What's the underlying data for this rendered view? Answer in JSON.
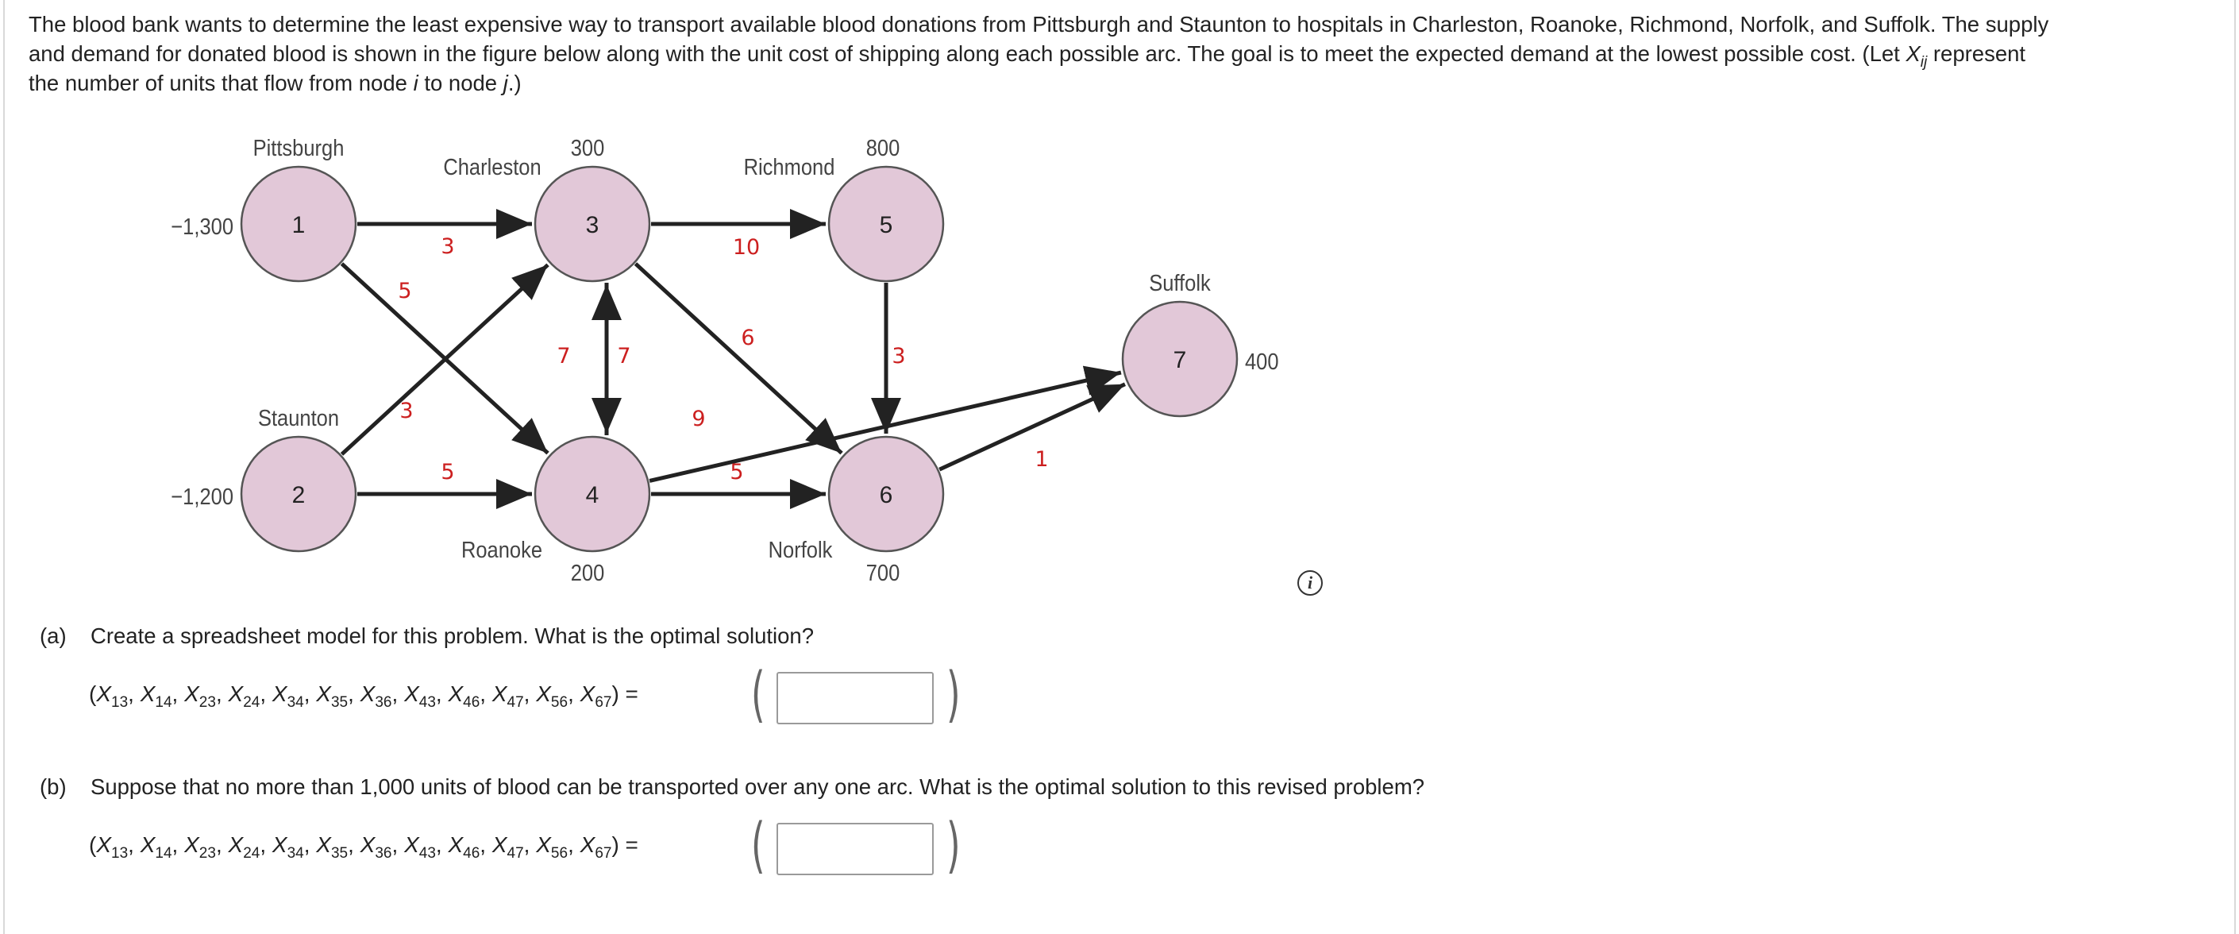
{
  "intro": {
    "line1": "The blood bank wants to determine the least expensive way to transport available blood donations from Pittsburgh and Staunton to hospitals in Charleston, Roanoke, Richmond, Norfolk, and Suffolk. The supply",
    "line2a": "and demand for donated blood is shown in the figure below along with the unit cost of shipping along each possible arc. The goal is to meet the expected demand at the lowest possible cost. (Let ",
    "xvar": "X",
    "xsub": "ij",
    "line2b": " represent",
    "line3a": "the number of units that flow from node ",
    "ivar": "i",
    "line3b": " to node ",
    "jvar": "j",
    "line3c": ".)"
  },
  "network": {
    "nodes": [
      {
        "id": "1",
        "name": "Pittsburgh",
        "value": "−1,300"
      },
      {
        "id": "2",
        "name": "Staunton",
        "value": "−1,200"
      },
      {
        "id": "3",
        "name": "Charleston",
        "value": "300"
      },
      {
        "id": "4",
        "name": "Roanoke",
        "value": "200"
      },
      {
        "id": "5",
        "name": "Richmond",
        "value": "800"
      },
      {
        "id": "6",
        "name": "Norfolk",
        "value": "700"
      },
      {
        "id": "7",
        "name": "Suffolk",
        "value": "400"
      }
    ],
    "arcs": [
      {
        "from": "1",
        "to": "3",
        "cost": "3"
      },
      {
        "from": "1",
        "to": "4",
        "cost": "5"
      },
      {
        "from": "2",
        "to": "3",
        "cost": "3"
      },
      {
        "from": "2",
        "to": "4",
        "cost": "5"
      },
      {
        "from": "3",
        "to": "4",
        "cost": "7"
      },
      {
        "from": "4",
        "to": "3",
        "cost": "7"
      },
      {
        "from": "3",
        "to": "5",
        "cost": "10"
      },
      {
        "from": "3",
        "to": "6",
        "cost": "6"
      },
      {
        "from": "4",
        "to": "6",
        "cost": "5"
      },
      {
        "from": "4",
        "to": "7",
        "cost": "9"
      },
      {
        "from": "5",
        "to": "6",
        "cost": "3"
      },
      {
        "from": "6",
        "to": "7",
        "cost": "1"
      }
    ],
    "colors": {
      "node_fill": "#e2c8d8",
      "node_stroke": "#555555",
      "arc": "#222222",
      "cost": "#cc1f1f"
    }
  },
  "info_icon": "i",
  "questions": [
    {
      "label": "(a)",
      "text": "Create a spreadsheet model for this problem. What is the optimal solution?",
      "vars": [
        "13",
        "14",
        "23",
        "24",
        "34",
        "35",
        "36",
        "43",
        "46",
        "47",
        "56",
        "67"
      ],
      "equals": "=",
      "answer": ""
    },
    {
      "label": "(b)",
      "text": "Suppose that no more than 1,000 units of blood can be transported over any one arc. What is the optimal solution to this revised problem?",
      "vars": [
        "13",
        "14",
        "23",
        "24",
        "34",
        "35",
        "36",
        "43",
        "46",
        "47",
        "56",
        "67"
      ],
      "equals": "=",
      "answer": ""
    }
  ]
}
